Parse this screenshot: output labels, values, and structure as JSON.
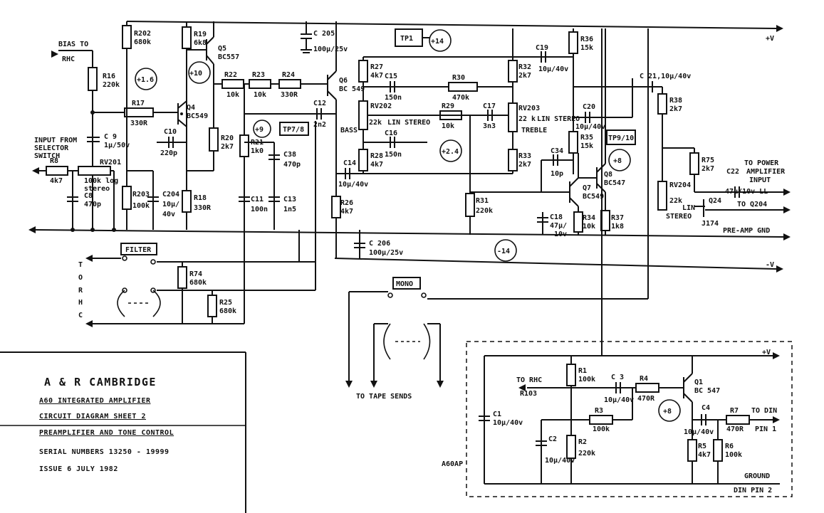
{
  "rails": {
    "plus_v": "+V",
    "minus_v": "-V",
    "preamp_gnd": "PRE-AMP GND",
    "ground": "GROUND",
    "din_pin2": "DIN PIN 2"
  },
  "io": {
    "bias_to": "BIAS TO",
    "rhc": "RHC",
    "input_from": "INPUT FROM",
    "selector": "SELECTOR",
    "switch": "SWITCH",
    "to_power": "TO POWER",
    "amplifier": "AMPLIFIER",
    "input": "INPUT",
    "to_q204": "TO Q204",
    "to_tape": "TO TAPE SENDS",
    "to_rhc": "TO RHC",
    "r103": "R103",
    "to_din": "TO DIN",
    "pin1": "PIN 1",
    "torhc_v": [
      "T",
      "O",
      "R",
      "H",
      "C"
    ]
  },
  "switches": {
    "filter": "FILTER",
    "mono": "MONO"
  },
  "testpoints": {
    "tp1": "TP1",
    "tp78": "TP7/8",
    "tp910": "TP9/10"
  },
  "voltages": {
    "v16": "+1.6",
    "v10": "+10",
    "v14": "+14",
    "v9": "+9",
    "v24": "+2.4",
    "v8a": "+8",
    "vm14": "-14",
    "v8b": "+8"
  },
  "tone": {
    "bass": "BASS",
    "treble": "TREBLE",
    "lin_stereo": "LIN STEREO"
  },
  "components": {
    "R202": [
      "R202",
      "680k"
    ],
    "R19": [
      "R19",
      "6k8"
    ],
    "R16": [
      "R16",
      "220k"
    ],
    "R17": [
      "R17",
      "330R"
    ],
    "C9": [
      "C 9",
      "1μ/50v"
    ],
    "R8": [
      "R8",
      "4k7"
    ],
    "RV201": [
      "RV201",
      "100k log",
      "stereo"
    ],
    "C8": [
      "C8",
      "470p"
    ],
    "R203": [
      "R203",
      "100k"
    ],
    "C204": [
      "C204",
      "10μ/",
      "40v"
    ],
    "Q4": [
      "Q4",
      "BC549"
    ],
    "Q5": [
      "Q5",
      "BC557"
    ],
    "C10": [
      "C10",
      "220p"
    ],
    "R20": [
      "R20",
      "2k7"
    ],
    "R18": [
      "R18",
      "330R"
    ],
    "C205": [
      "C 205",
      "100μ/25v"
    ],
    "R22": [
      "R22",
      "10k"
    ],
    "R23": [
      "R23",
      "10k"
    ],
    "R24": [
      "R24",
      "330R"
    ],
    "Q6": [
      "Q6",
      "BC 549"
    ],
    "C12": [
      "C12",
      "2n2"
    ],
    "R21": [
      "R21",
      "1k0"
    ],
    "C38": [
      "C38",
      "470p"
    ],
    "C11": [
      "C11",
      "100n"
    ],
    "C13": [
      "C13",
      "1n5"
    ],
    "R26": [
      "R26",
      "4k7"
    ],
    "C14": [
      "C14",
      "10μ/40v"
    ],
    "R27": [
      "R27",
      "4k7"
    ],
    "C15": [
      "C15",
      "150n"
    ],
    "R30": [
      "R30",
      "470k"
    ],
    "RV202": [
      "RV202",
      "22k"
    ],
    "R29": [
      "R29",
      "10k"
    ],
    "C17": [
      "C17",
      "3n3"
    ],
    "RV203": [
      "RV203",
      "22 k"
    ],
    "C16": [
      "C16",
      "150n"
    ],
    "R28": [
      "R28",
      "4k7"
    ],
    "R32": [
      "R32",
      "2k7"
    ],
    "R33": [
      "R33",
      "2k7"
    ],
    "C19": [
      "C19",
      "10μ/40v"
    ],
    "R36": [
      "R36",
      "15k"
    ],
    "C20": [
      "C20",
      "10μ/40v"
    ],
    "R35": [
      "R35",
      "15k"
    ],
    "C34": [
      "C34",
      "10p"
    ],
    "Q7": [
      "Q7",
      "BC549"
    ],
    "Q8": [
      "Q8",
      "BC547"
    ],
    "R31": [
      "R31",
      "220k"
    ],
    "C18": [
      "C18",
      "47μ/",
      "10v"
    ],
    "R34": [
      "R34",
      "10k"
    ],
    "R37": [
      "R37",
      "1k8"
    ],
    "C206": [
      "C 206",
      "100μ/25v"
    ],
    "C21": [
      "C 21,10μ/40v"
    ],
    "R38": [
      "R38",
      "2k7"
    ],
    "R75": [
      "R75",
      "2k7"
    ],
    "C22": [
      "C22",
      "47μ/10v LL"
    ],
    "RV204": [
      "RV204",
      "22k",
      "LIN",
      "STEREO"
    ],
    "Q24": [
      "Q24",
      "J174"
    ],
    "R74": [
      "R74",
      "680k"
    ],
    "R25": [
      "R25",
      "680k"
    ],
    "R1": [
      "R1",
      "100k"
    ],
    "C3": [
      "C 3",
      "10μ/40v"
    ],
    "R4": [
      "R4",
      "470R"
    ],
    "Q1": [
      "Q1",
      "BC 547"
    ],
    "R3": [
      "R3",
      "100k"
    ],
    "C1": [
      "C1",
      "10μ/40v"
    ],
    "C2": [
      "C2",
      "10μ/40v"
    ],
    "R2": [
      "R2",
      "220k"
    ],
    "C4": [
      "C4",
      "10μ/40v"
    ],
    "R7": [
      "R7",
      "470R"
    ],
    "R5": [
      "R5",
      "4k7"
    ],
    "R6": [
      "R6",
      "100k"
    ]
  },
  "a60ap": "A60AP",
  "title_block": {
    "company": "A & R CAMBRIDGE",
    "product": "A60 INTEGRATED AMPLIFIER",
    "sheet": "CIRCUIT DIAGRAM SHEET 2",
    "subject": "PREAMPLIFIER AND TONE CONTROL",
    "serials": "SERIAL NUMBERS 13250 - 19999",
    "issue": "ISSUE 6 JULY 1982"
  }
}
